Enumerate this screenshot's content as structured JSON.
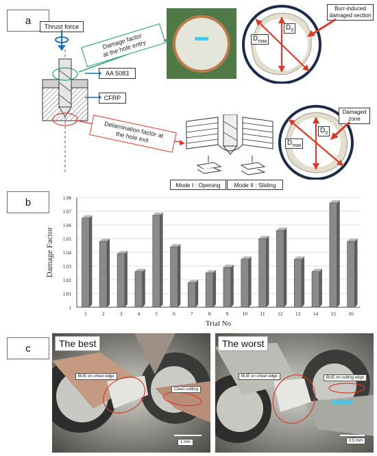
{
  "panel_a": {
    "tag": "a",
    "thrust_force": "Thrust force",
    "entry_label": "Damage factor\nat the hole entry",
    "exit_label": "Delamination factor at\nthe hole exit",
    "aa5083": "AA 5083",
    "cfrp": "CFRP",
    "burr_label": "Burr-induced\ndamaged section",
    "damaged_zone": "Damaged\nzone",
    "dmax": "D",
    "dmax_sub": "max",
    "d0": "D",
    "d0_sub": "0",
    "mode1": "Mode I : Opening",
    "mode2": "Mode II : Sliding",
    "colors": {
      "red": "#d93b2b",
      "green": "#1f9a6a",
      "blue": "#1f6fb5"
    }
  },
  "panel_b": {
    "tag": "b"
  },
  "chart_data": {
    "type": "bar",
    "categories": [
      "1",
      "2",
      "3",
      "4",
      "5",
      "6",
      "7",
      "8",
      "9",
      "10",
      "11",
      "12",
      "13",
      "14",
      "15",
      "16"
    ],
    "values": [
      1.065,
      1.048,
      1.039,
      1.026,
      1.067,
      1.044,
      1.018,
      1.025,
      1.029,
      1.035,
      1.05,
      1.056,
      1.035,
      1.026,
      1.076,
      1.048
    ],
    "title": "",
    "xlabel": "Trial No",
    "ylabel": "Damage Factor",
    "ylim": [
      1.0,
      1.08
    ],
    "yticks": [
      "1",
      "1.01",
      "1.02",
      "1.03",
      "1.04",
      "1.05",
      "1.06",
      "1.07",
      "1.08"
    ],
    "grid": true,
    "bar_color": "#8a8a8a"
  },
  "panel_c": {
    "tag": "c",
    "best_title": "The best",
    "worst_title": "The worst",
    "best_bue": "BUE on chisel edge",
    "best_clean": "Clean cutting",
    "worst_bue": "BUE on chisel edge",
    "worst_bue_cut": "BUE on cutting edge",
    "best_scale": "1 mm",
    "worst_scale": "0.5 mm"
  }
}
